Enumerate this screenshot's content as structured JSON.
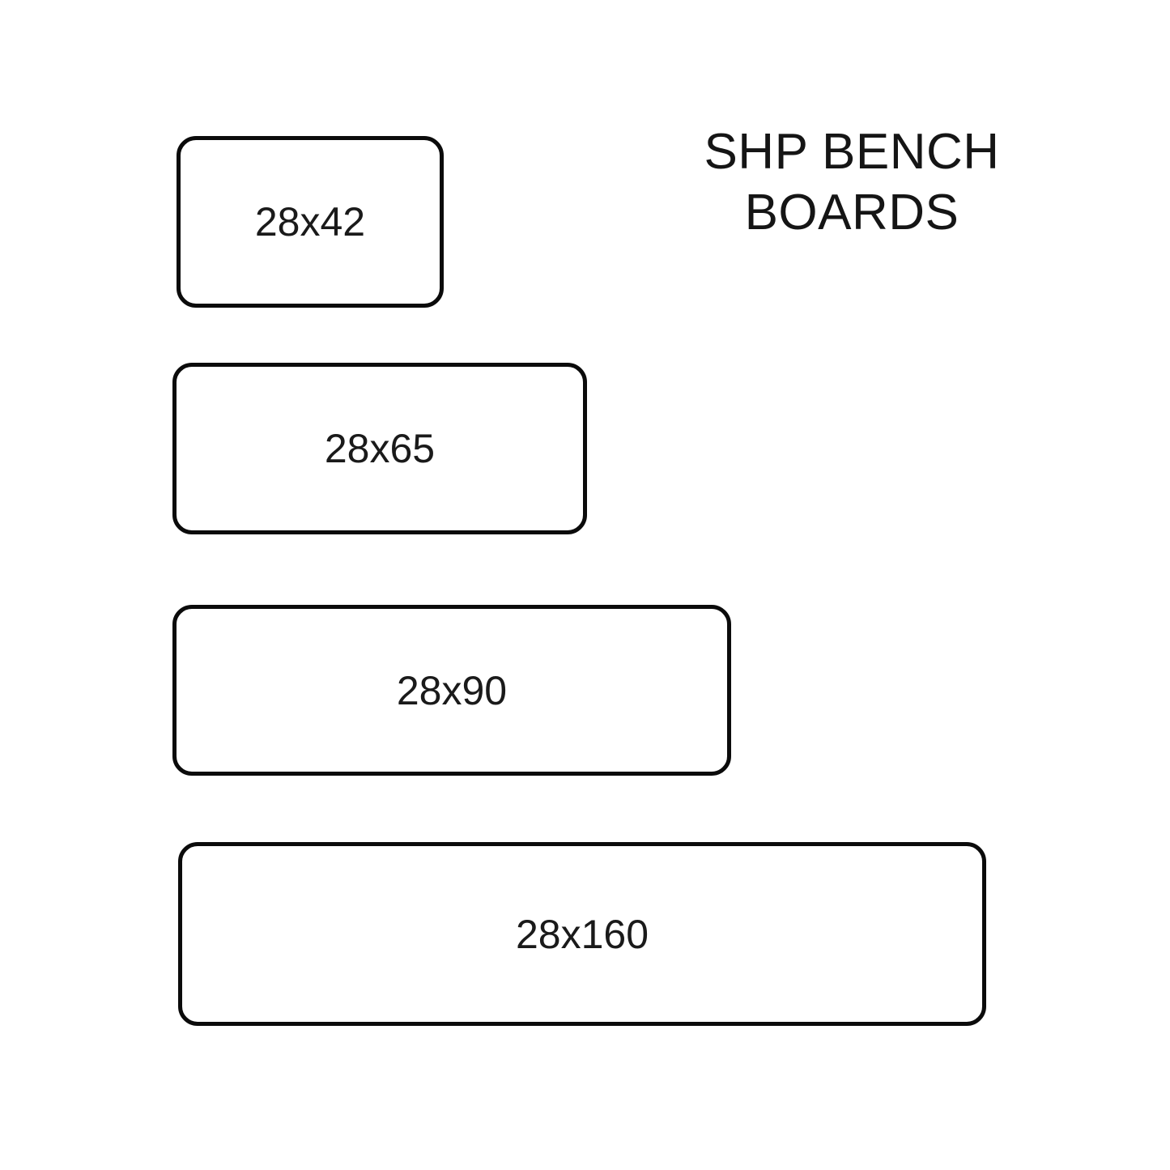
{
  "title": {
    "line1": "SHP BENCH",
    "line2": "BOARDS"
  },
  "boards": [
    {
      "label": "28x42",
      "thickness_mm": 28,
      "width_mm": 42
    },
    {
      "label": "28x65",
      "thickness_mm": 28,
      "width_mm": 65
    },
    {
      "label": "28x90",
      "thickness_mm": 28,
      "width_mm": 90
    },
    {
      "label": "28x160",
      "thickness_mm": 28,
      "width_mm": 160
    }
  ],
  "colors": {
    "background": "#ffffff",
    "board_fill": "#ffffff",
    "outline": "#0b0b0b",
    "text": "#1a1a1a"
  }
}
